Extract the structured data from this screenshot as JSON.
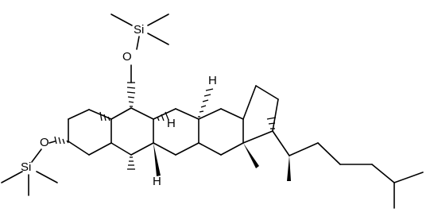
{
  "atoms": {
    "o_upper": "O",
    "o_lower": "O",
    "si_upper": "Si",
    "si_lower": "Si",
    "h_c9": "H",
    "h_c8": "H",
    "h_c14": "H"
  },
  "colors": {
    "bond": "#000000",
    "text": "#000000",
    "background": "#ffffff"
  }
}
